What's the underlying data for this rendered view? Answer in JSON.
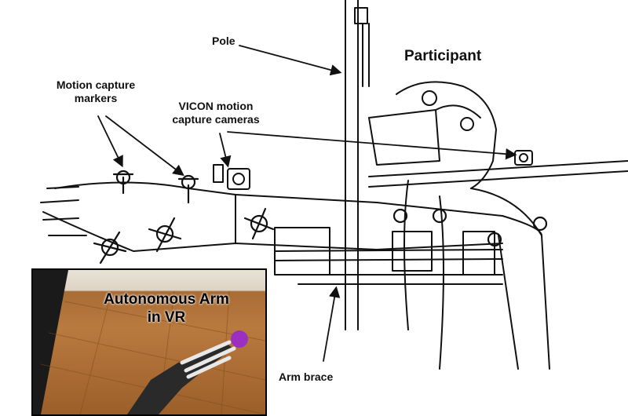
{
  "labels": {
    "pole": "Pole",
    "participant": "Participant",
    "markers_line1": "Motion capture",
    "markers_line2": "markers",
    "cameras_line1": "VICON motion",
    "cameras_line2": "capture cameras",
    "arm_brace": "Arm brace"
  },
  "inset": {
    "title_line1": "Autonomous Arm",
    "title_line2": "in VR",
    "sphere_color": "#9b2fc0"
  }
}
